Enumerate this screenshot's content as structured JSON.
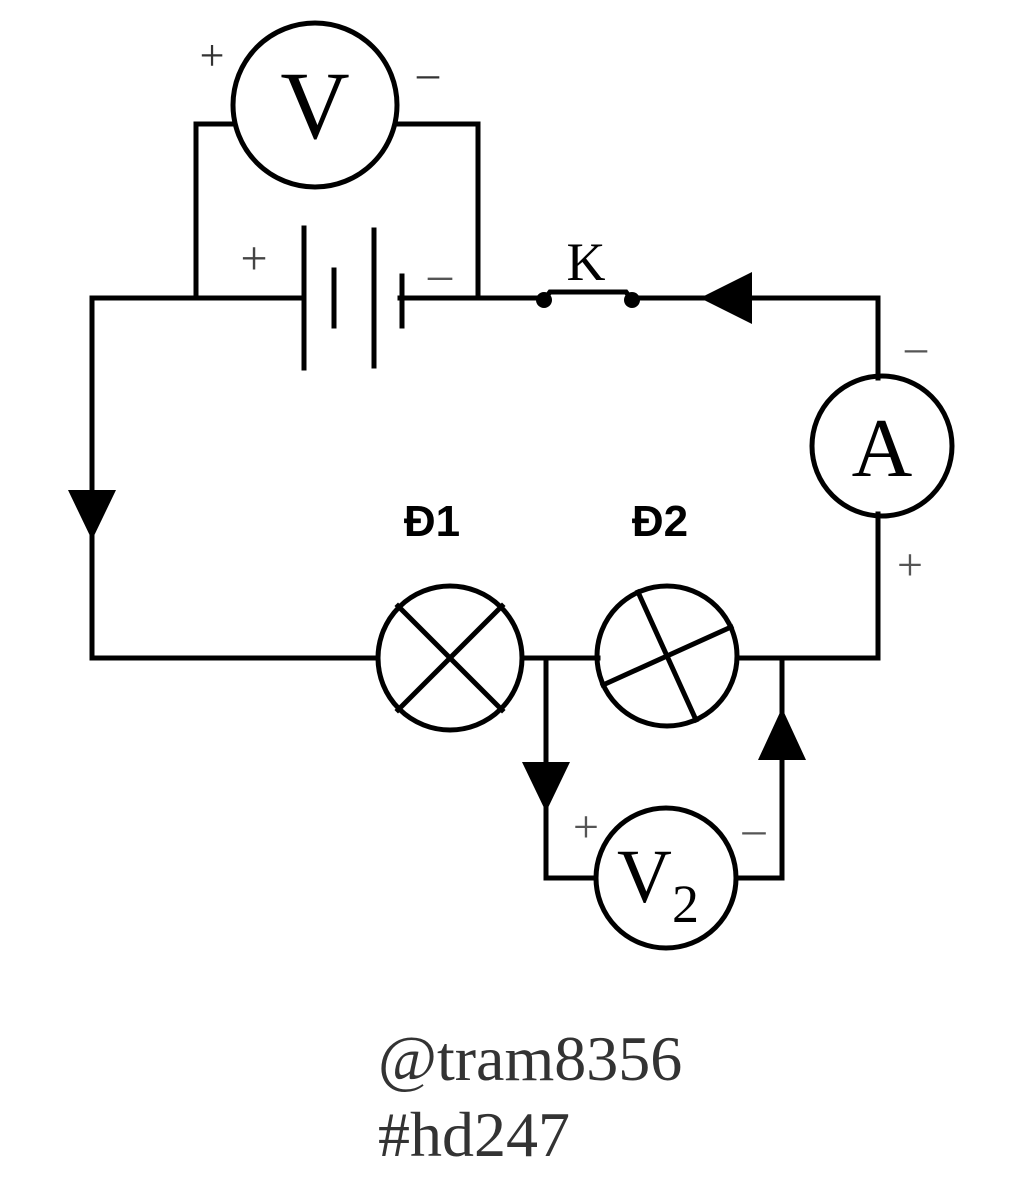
{
  "diagram": {
    "voltmeter_main": {
      "label": "V",
      "plus": "+",
      "minus": "–"
    },
    "battery": {
      "plus": "+",
      "minus": "–"
    },
    "switch": {
      "label": "K"
    },
    "ammeter": {
      "label": "A",
      "plus": "+",
      "minus": "–"
    },
    "lamp1": {
      "label": "Đ1"
    },
    "lamp2": {
      "label": "Đ2"
    },
    "voltmeter2": {
      "label": "V",
      "subscript": "2",
      "plus": "+",
      "minus": "–"
    },
    "credit": {
      "line1": "@tram8356",
      "line2": "#hd247"
    }
  },
  "colors": {
    "stroke": "#000000",
    "text": "#1a1a1a",
    "credit": "#333333",
    "background": "#ffffff"
  }
}
